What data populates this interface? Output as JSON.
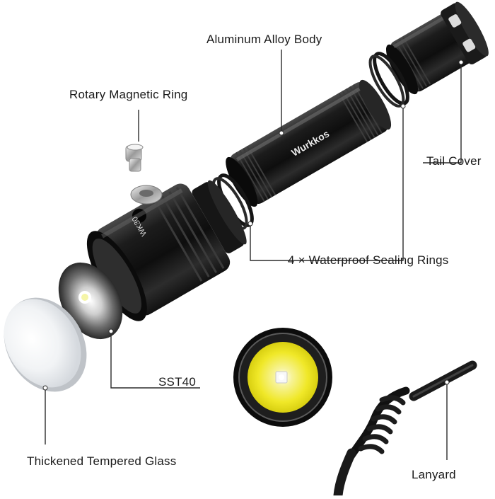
{
  "labels": {
    "body": "Aluminum Alloy Body",
    "magnetic_ring": "Rotary Magnetic Ring",
    "tail_cover": "Tail Cover",
    "sealing_rings": "4 × Waterproof Sealing Rings",
    "led": "SST40",
    "glass": "Thickened Tempered Glass",
    "lanyard": "Lanyard"
  },
  "body_text": {
    "brand": "Wurkkos",
    "head_model": "WK30"
  },
  "colors": {
    "metal_dark": "#141414",
    "metal_mid": "#2a2a2a",
    "highlight": "#8a8a8a",
    "led_yellow": "#f2ec3a",
    "leader_line": "#2b2b2b",
    "background": "#ffffff"
  }
}
